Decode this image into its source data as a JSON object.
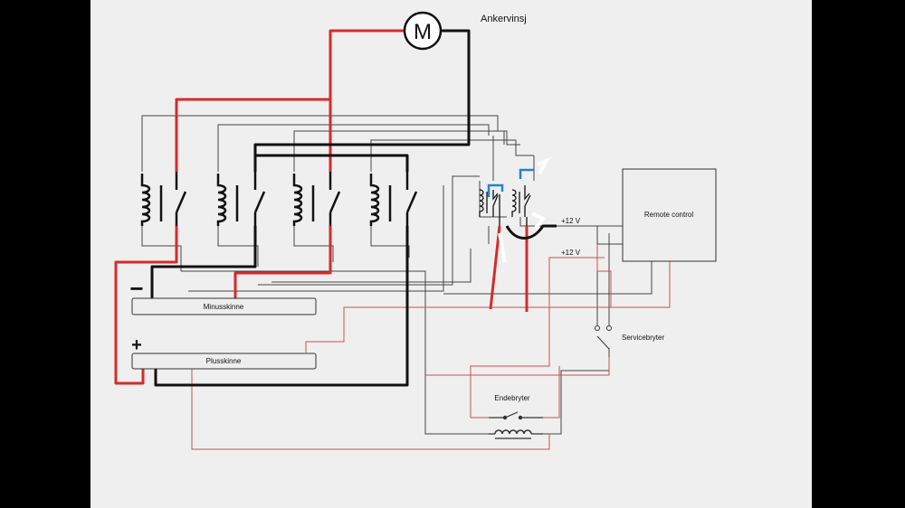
{
  "diagram": {
    "motor_symbol": "M",
    "motor_label": "Ankervinsj",
    "minus_sign": "−",
    "plus_sign": "+",
    "minus_bus_label": "Minusskinne",
    "plus_bus_label": "Plusskinne",
    "remote_label": "Remote control",
    "supply_label_1": "+12 V",
    "supply_label_2": "+12 V",
    "service_switch_label": "Servicebryter",
    "limit_switch_label": "Endebryter"
  },
  "colors": {
    "background": "#efefef",
    "frame": "#000000",
    "power_positive": "#d62b2b",
    "power_negative": "#111111",
    "signal_wire": "#444444",
    "signal_wire_red": "#c85050",
    "relay_jumper": "#2a7fd4",
    "bus_fill": "#eeeeee"
  }
}
